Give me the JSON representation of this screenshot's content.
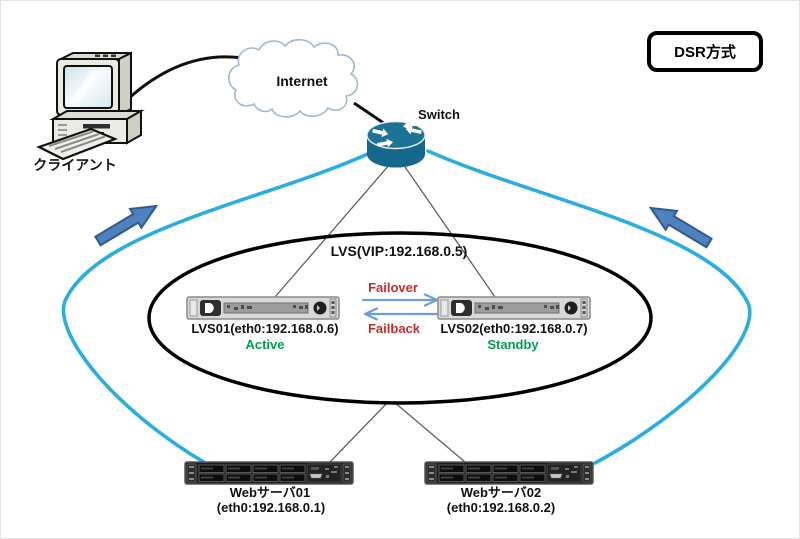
{
  "diagram_title": "DSR方式",
  "nodes": {
    "client": {
      "label": "クライアント"
    },
    "internet": {
      "label": "Internet"
    },
    "switch": {
      "label": "Switch"
    },
    "lvs_cluster": {
      "vip_label": "LVS(VIP:192.168.0.5)"
    },
    "lvs01": {
      "label": "LVS01(eth0:192.168.0.6)",
      "status": "Active"
    },
    "lvs02": {
      "label": "LVS02(eth0:192.168.0.7)",
      "status": "Standby"
    },
    "web01": {
      "name": "Webサーバ01",
      "address": "(eth0:192.168.0.1)"
    },
    "web02": {
      "name": "Webサーバ02",
      "address": "(eth0:192.168.0.2)"
    }
  },
  "labels": {
    "failover": "Failover",
    "failback": "Failback"
  },
  "icons": {
    "client": "client-computer-icon",
    "internet": "internet-cloud-icon",
    "switch": "switch-router-icon",
    "lvs": "rack-server-light-icon",
    "web": "rack-server-dark-icon"
  },
  "colors": {
    "return_path_cyan": "#29ade3",
    "flow_arrow_blue": "#4f81bd",
    "failover_arrow_blue": "#6d9eda",
    "failover_text_red": "#c0302c",
    "status_text_green": "#00a050",
    "switch_body_teal": "#15678c",
    "link_gray": "#606060"
  }
}
